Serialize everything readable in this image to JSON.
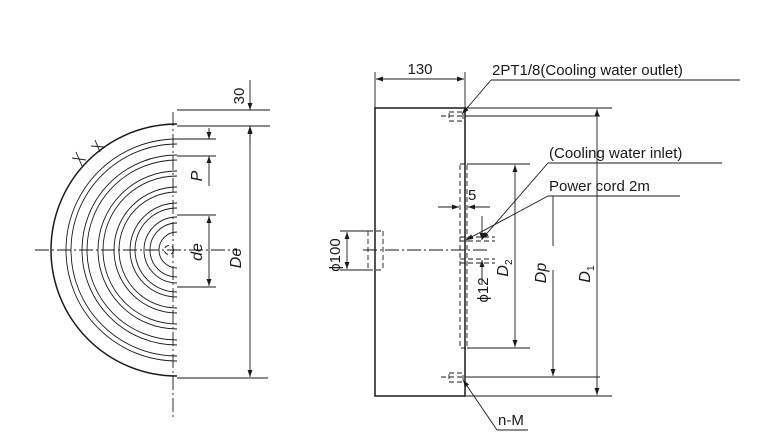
{
  "left_view": {
    "dim_30": "30",
    "dim_P": "P",
    "dim_de": "de",
    "dim_De": "De"
  },
  "right_view": {
    "dim_130": "130",
    "dim_phi100": "ϕ100",
    "dim_5": "5",
    "dim_phi12": "ϕ12",
    "dim_D2_main": "D",
    "dim_D2_sub": "2",
    "dim_Dp": "Dp",
    "dim_D1_main": "D",
    "dim_D1_sub": "1"
  },
  "callouts": {
    "outlet": "2PT1/8(Cooling water outlet)",
    "inlet": "(Cooling water inlet)",
    "power_cord": "Power cord 2m",
    "tapped_holes": "n-M"
  }
}
